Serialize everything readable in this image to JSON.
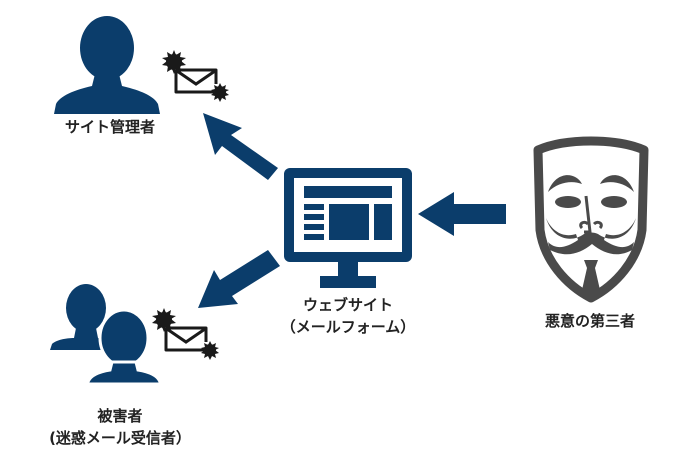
{
  "colors": {
    "primary": "#0b3d6b",
    "mask": "#4a4a4a",
    "text": "#222222",
    "envelope": "#1a1a1a"
  },
  "nodes": {
    "admin": {
      "label": "サイト管理者",
      "icon": "person-icon"
    },
    "website": {
      "label_line1": "ウェブサイト",
      "label_line2": "（メールフォーム）",
      "icon": "monitor-icon"
    },
    "attacker": {
      "label": "悪意の第三者",
      "icon": "guy-fawkes-mask-icon"
    },
    "victims": {
      "label_line1": "被害者",
      "label_line2": "(迷惑メール受信者）",
      "icon": "people-icon"
    }
  },
  "edges": [
    {
      "from": "attacker",
      "to": "website",
      "icon": "arrow-left-icon"
    },
    {
      "from": "website",
      "to": "admin",
      "icon": "arrow-up-left-icon",
      "payload": "spam-mail-icon"
    },
    {
      "from": "website",
      "to": "victims",
      "icon": "arrow-down-left-icon",
      "payload": "spam-mail-icon"
    }
  ]
}
